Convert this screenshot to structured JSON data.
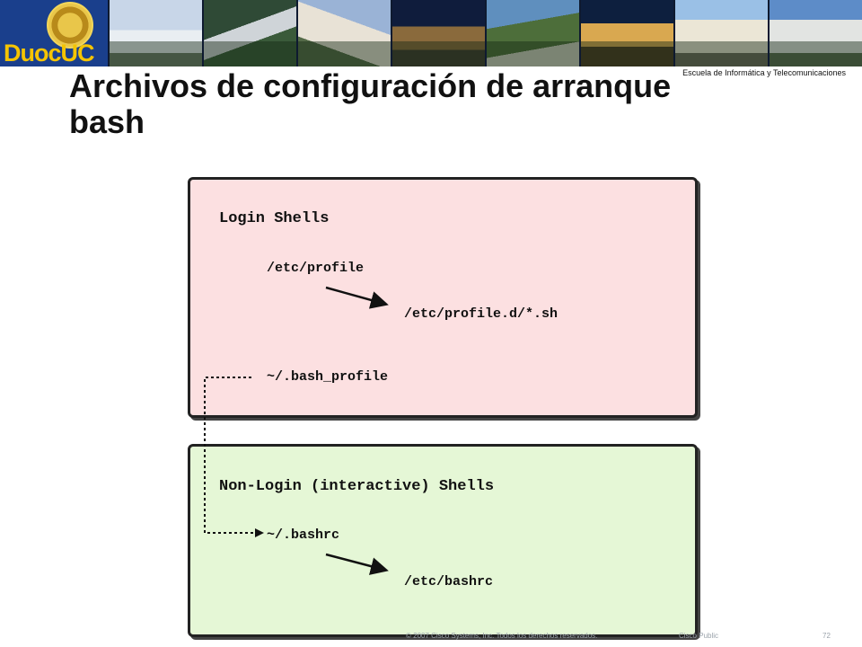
{
  "header": {
    "logo_text": "DuocUC",
    "school": "Escuela de Informática y Telecomunicaciones"
  },
  "slide": {
    "title_line1": "Archivos de configuración de arranque",
    "title_line2": "bash"
  },
  "diagram": {
    "login": {
      "heading": "Login Shells",
      "file1": "/etc/profile",
      "file2": "/etc/profile.d/*.sh",
      "file3": "~/.bash_profile",
      "color": "#fce0e1"
    },
    "nonlogin": {
      "heading": "Non-Login (interactive) Shells",
      "file1": "~/.bashrc",
      "file2": "/etc/bashrc",
      "color": "#e5f7d6"
    }
  },
  "footer": {
    "copyright": "© 2007 Cisco Systems, Inc. Todos los derechos reservados.",
    "classification": "Cisco Public",
    "page": "72"
  }
}
